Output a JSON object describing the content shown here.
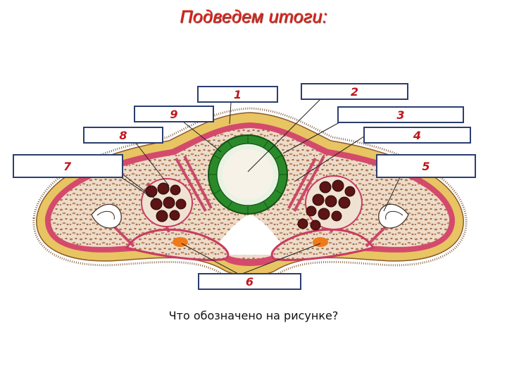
{
  "title": "Подведем итоги:",
  "question": "Что обозначено на рисунке?",
  "labels": [
    "1",
    "2",
    "3",
    "4",
    "5",
    "6",
    "7",
    "8",
    "9"
  ],
  "colors": {
    "title": "#e0281e",
    "label_text": "#c0161b",
    "label_border": "#2c3e70",
    "epidermis": "#e8c463",
    "parenchyma": "#e8d2bf",
    "muscle": "#c93a62",
    "intestine": "#1f7a1f",
    "follicles": "#5c1414",
    "gonad_dot": "#f07a1a"
  }
}
